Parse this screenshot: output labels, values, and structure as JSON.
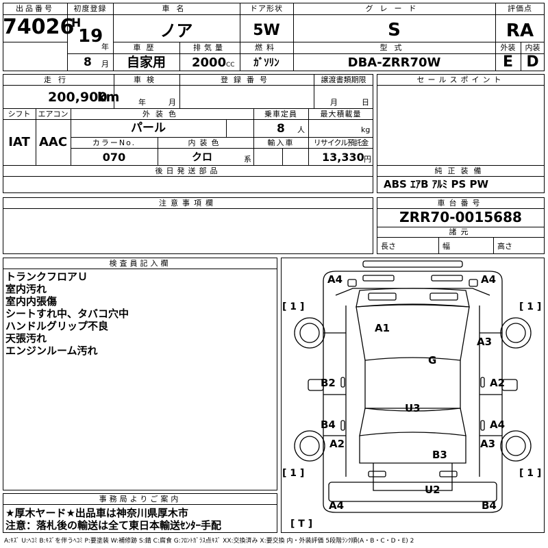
{
  "header_labels": {
    "lot_no": "出品番号",
    "first_reg": "初度登録",
    "car_name": "車名",
    "door_type": "ドア形状",
    "grade": "グレード",
    "score": "評価点",
    "history": "車歴",
    "displacement": "排気量",
    "fuel": "燃料",
    "model_code": "型式",
    "exterior": "外装",
    "interior": "内装",
    "month_unit": "月",
    "year_unit": "年",
    "cc_unit": "CC"
  },
  "vehicle": {
    "lot_no": "74026",
    "era": "H",
    "year": "19",
    "month": "8",
    "name": "ノア",
    "door_type": "5W",
    "grade": "S",
    "score": "RA",
    "history": "自家用",
    "displacement": "2000",
    "fuel": "ｶﾞｿﾘﾝ",
    "model_code": "DBA-ZRR70W",
    "exterior_score": "E",
    "interior_score": "D"
  },
  "middle_labels": {
    "mileage": "走行",
    "inspection": "車検",
    "reg_no": "登録番号",
    "transfer_deadline": "譲渡書類期限",
    "sales_point": "セールスポイント",
    "shift": "シフト",
    "aircon": "エアコン",
    "ext_color": "外装色",
    "capacity": "乗車定員",
    "max_load": "最大積載量",
    "color_no": "カラーNo.",
    "int_color": "内装色",
    "import": "輸入車",
    "recycle": "リサイクル預託金",
    "later_parts": "後日発送部品",
    "equipment": "純正装備",
    "notes": "注意事項欄",
    "chassis_no": "車台番号",
    "dimensions": "諸元",
    "length": "長さ",
    "width": "幅",
    "height": "高さ",
    "inspector": "検査員記入欄",
    "office": "事務局よりご案内",
    "year_unit": "年",
    "month_unit": "月",
    "day_unit": "日",
    "person_unit": "人",
    "kg_unit": "kg",
    "kei_unit": "系",
    "yen_unit": "円"
  },
  "details": {
    "mileage": "200,900",
    "mileage_unit": "km",
    "shift": "IAT",
    "aircon": "AAC",
    "ext_color": "パール",
    "capacity": "8",
    "color_no": "070",
    "int_color": "クロ",
    "recycle_fee": "13,330",
    "equipment": "ABS ｴｱB ｱﾙﾐ PS PW",
    "chassis_no": "ZRR70-0015688"
  },
  "inspector_notes": [
    "トランクフロアＵ",
    "室内汚れ",
    "室内内張傷",
    "シートすれ中、タバコ穴中",
    "ハンドルグリップ不良",
    "天張汚れ",
    "エンジンルーム汚れ"
  ],
  "office_notes": [
    "★厚木ヤード★出品車は神奈川県厚木市",
    "注意：落札後の輸送は全て東日本輸送ｾﾝﾀｰ手配"
  ],
  "diagram_marks": {
    "a4_fl": "A4",
    "a4_fr": "A4",
    "one_fl": "[ 1 ]",
    "one_fr": "[ 1 ]",
    "one_rl": "[ 1 ]",
    "one_rr": "[ 1 ]",
    "a1": "A1",
    "a3_r": "A3",
    "g": "G",
    "b2": "B2",
    "a2_r": "A2",
    "u3": "U3",
    "b4": "B4",
    "a4_r": "A4",
    "a2_l": "A2",
    "a3_rr": "A3",
    "b3": "B3",
    "u2": "U2",
    "a4_bl": "A4",
    "b4_br": "B4",
    "t": "[ T ]"
  },
  "legend": "A:ｷｽﾞ U:ﾍｺﾐ B:ｷｽﾞを伴うﾍｺﾐ P:要塗装 W:補修跡 S:錆 C:腐食 G:ﾌﾛﾝﾄｶﾞﾗｽ点ｷｽﾞ XX:交換済み X:要交換 内・外装評価 5段階ﾗﾝｸ順(A・B・C・D・E) 2"
}
